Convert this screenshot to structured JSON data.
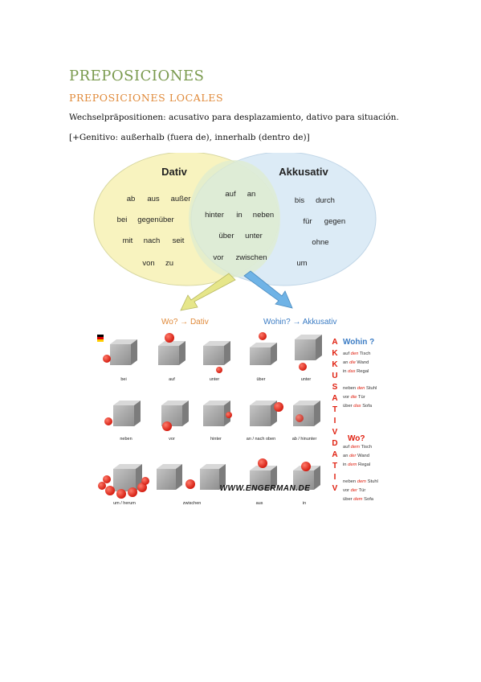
{
  "page": {
    "title": "PREPOSICIONES",
    "section_title": "PREPOSICIONES LOCALES",
    "paragraph1": "Wechselpräpositionen: acusativo para desplazamiento, dativo para situación.",
    "paragraph2": "[+Genitivo: außerhalb (fuera de), innerhalb (dentro de)]"
  },
  "venn": {
    "left_title": "Dativ",
    "right_title": "Akkusativ",
    "left_words": [
      "ab",
      "aus",
      "außer",
      "bei",
      "gegenüber",
      "mit",
      "nach",
      "seit",
      "von",
      "zu"
    ],
    "middle_words": [
      "auf",
      "an",
      "hinter",
      "in",
      "neben",
      "über",
      "unter",
      "vor",
      "zwischen"
    ],
    "right_words": [
      "bis",
      "durch",
      "für",
      "gegen",
      "ohne",
      "um"
    ],
    "colors": {
      "left": "#f8f3bf",
      "right": "#d7e8f5",
      "overlap": "#dfeccf",
      "left_arrow": "#e6e68a",
      "right_arrow": "#6fb3e6"
    }
  },
  "chart_labels": {
    "dativ_q": "Wo? → Dativ",
    "akk_q": "Wohin? → Akkusativ",
    "watermark": "WWW.ENGERMAN.DE",
    "akkusativ_letters": [
      "A",
      "K",
      "K",
      "U",
      "S",
      "A",
      "T",
      "I",
      "V"
    ],
    "dativ_letters": [
      "D",
      "A",
      "T",
      "I",
      "V"
    ],
    "wohin_title": "Wohin ?",
    "wo_title": "Wo?",
    "akk_examples": [
      {
        "pre": "auf ",
        "art": "den",
        "post": " Tisch"
      },
      {
        "pre": "an ",
        "art": "die",
        "post": " Wand"
      },
      {
        "pre": "in ",
        "art": "das",
        "post": " Regal"
      },
      {
        "pre": "neben ",
        "art": "den",
        "post": " Stuhl"
      },
      {
        "pre": "vor ",
        "art": "die",
        "post": " Tür"
      },
      {
        "pre": "über ",
        "art": "das",
        "post": " Sofa"
      }
    ],
    "dat_examples": [
      {
        "pre": "auf ",
        "art": "dem",
        "post": " Tisch"
      },
      {
        "pre": "an ",
        "art": "der",
        "post": " Wand"
      },
      {
        "pre": "in ",
        "art": "dem",
        "post": " Regal"
      },
      {
        "pre": "neben ",
        "art": "dem",
        "post": " Stuhl"
      },
      {
        "pre": "vor ",
        "art": "der",
        "post": " Tür"
      },
      {
        "pre": "über ",
        "art": "dem",
        "post": " Sofa"
      }
    ],
    "cube_labels": [
      "bei",
      "auf",
      "unter",
      "über",
      "unter",
      "neben",
      "vor",
      "hinter",
      "an / nach oben",
      "ab / hinunter",
      "um / herum",
      "zwischen",
      "aus",
      "in"
    ]
  }
}
